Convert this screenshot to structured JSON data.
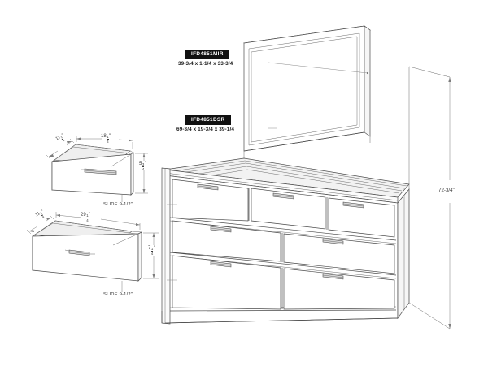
{
  "document": {
    "type": "furniture-specification-drawing",
    "product_family": "IFD4851",
    "description": "Isometric line drawing of a seven-drawer dresser with mirror, plus exploded drawer detail views with dimensions"
  },
  "callouts": [
    {
      "id": "mirror",
      "sku": "IFD4851MIR",
      "dimensions": "39-3/4 x 1-1/4 x 33-3/4",
      "width": "39-3/4",
      "depth": "1-1/4",
      "height": "33-3/4"
    },
    {
      "id": "dresser",
      "sku": "IFD4851DSR",
      "dimensions": "69-3/4 x 19-3/4 x 39-1/4",
      "width": "69-3/4",
      "depth": "19-3/4",
      "height": "39-1/4"
    }
  ],
  "overall": {
    "height_label": "72-3/4\"",
    "name": "overall-height"
  },
  "drawer_details": [
    {
      "id": "small-drawer",
      "name": "top-row-drawer-detail",
      "width_label": "18",
      "width_frac_num": "1",
      "width_frac_den": "4",
      "width_text": "18-1/4\"",
      "depth_label": "11",
      "depth_frac_num": "1",
      "depth_frac_den": "4",
      "depth_text": "11-1/4\"",
      "height_label": "5",
      "height_frac_num": "3",
      "height_frac_den": "4",
      "height_text": "5-3/4\"",
      "slide_label": "SLIDE 9-1/2\""
    },
    {
      "id": "large-drawer",
      "name": "lower-row-drawer-detail",
      "width_label": "29",
      "width_frac_num": "1",
      "width_frac_den": "4",
      "width_text": "29-1/4\"",
      "depth_label": "11",
      "depth_frac_num": "1",
      "depth_frac_den": "4",
      "depth_text": "11-1/4\"",
      "height_label": "7",
      "height_frac_num": "1",
      "height_frac_den": "4",
      "height_text": "7-1/4\"",
      "slide_label": "SLIDE 9-1/2\""
    }
  ],
  "dresser": {
    "drawer_count": 7,
    "rows": [
      {
        "name": "top-row",
        "count": 3
      },
      {
        "name": "middle-row",
        "count": 2
      },
      {
        "name": "bottom-row",
        "count": 2
      }
    ]
  },
  "colors": {
    "line": "#4a4a4a",
    "tag_background": "#111111",
    "tag_text": "#ffffff",
    "dimension_line": "#7d7d7d",
    "page_background": "#ffffff"
  }
}
